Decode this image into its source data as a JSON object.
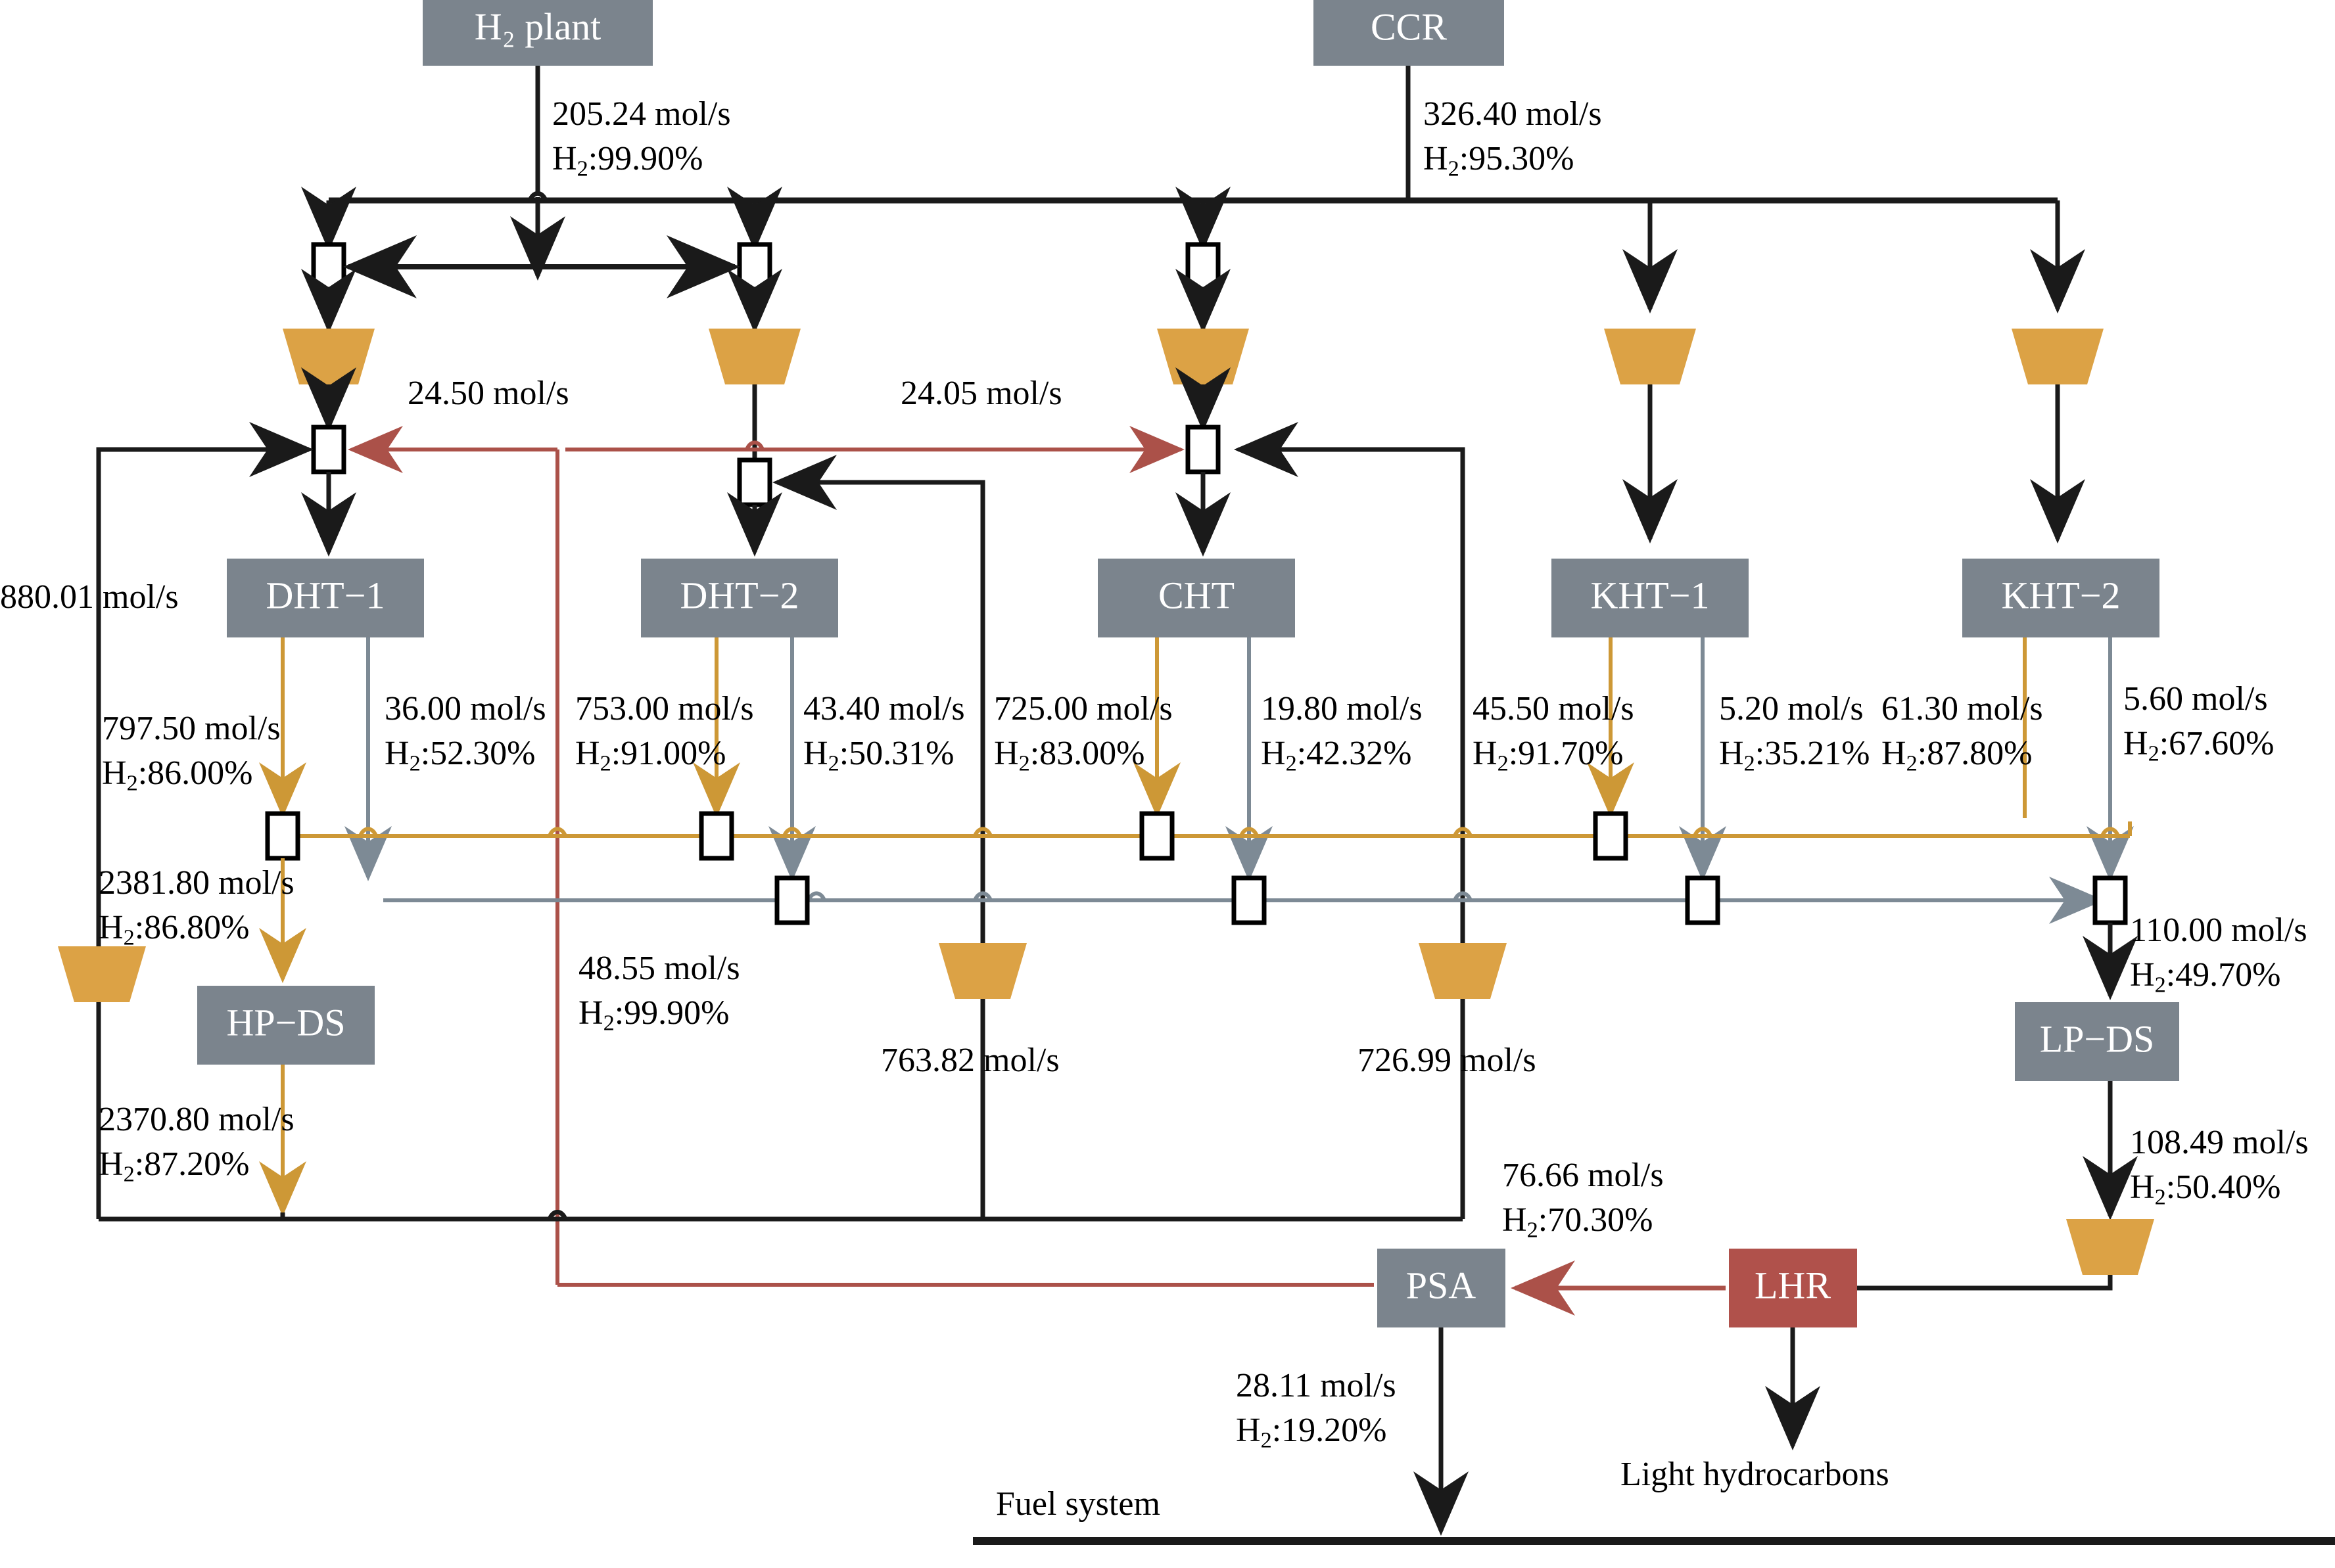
{
  "diagram": {
    "title": "Refinery hydrogen network flow diagram",
    "colors": {
      "unit_fill": "#7b848d",
      "lhr_fill": "#b0514b",
      "compressor_fill": "#dca245",
      "black_stream": "#1a1a1a",
      "orange_stream": "#cd9836",
      "gray_stream": "#7d8a95",
      "red_stream": "#ab5149",
      "valve_stroke": "#000000",
      "valve_fill": "#ffffff"
    }
  },
  "sources": [
    {
      "id": "h2plant",
      "label": "H₂ plant"
    },
    {
      "id": "ccr",
      "label": "CCR"
    }
  ],
  "units": [
    {
      "id": "dht1",
      "label": "DHT−1"
    },
    {
      "id": "dht2",
      "label": "DHT−2"
    },
    {
      "id": "cht",
      "label": "CHT"
    },
    {
      "id": "kht1",
      "label": "KHT−1"
    },
    {
      "id": "kht2",
      "label": "KHT−2"
    },
    {
      "id": "hpds",
      "label": "HP−DS"
    },
    {
      "id": "lpds",
      "label": "LP−DS"
    },
    {
      "id": "psa",
      "label": "PSA"
    },
    {
      "id": "lhr",
      "label": "LHR"
    }
  ],
  "sinks": [
    {
      "id": "fuel",
      "label": "Fuel system"
    },
    {
      "id": "lighthc",
      "label": "Light hydrocarbons"
    }
  ],
  "streams": [
    {
      "id": "s_h2plant",
      "flow": "205.24 mol/s",
      "purity": "H₂:99.90%"
    },
    {
      "id": "s_ccr",
      "flow": "326.40 mol/s",
      "purity": "H₂:95.30%"
    },
    {
      "id": "s_rec_left",
      "flow": "24.50 mol/s",
      "purity": ""
    },
    {
      "id": "s_rec_mid",
      "flow": "24.05 mol/s",
      "purity": ""
    },
    {
      "id": "s_880",
      "flow": "880.01 mol/s",
      "purity": ""
    },
    {
      "id": "s_dht1_o",
      "flow": "797.50 mol/s",
      "purity": "H₂:86.00%"
    },
    {
      "id": "s_dht1_g",
      "flow": "36.00 mol/s",
      "purity": "H₂:52.30%"
    },
    {
      "id": "s_dht2_o",
      "flow": "753.00 mol/s",
      "purity": "H₂:91.00%"
    },
    {
      "id": "s_dht2_g",
      "flow": "43.40 mol/s",
      "purity": "H₂:50.31%"
    },
    {
      "id": "s_cht_o",
      "flow": "725.00 mol/s",
      "purity": "H₂:83.00%"
    },
    {
      "id": "s_cht_g",
      "flow": "19.80 mol/s",
      "purity": "H₂:42.32%"
    },
    {
      "id": "s_kht1_o",
      "flow": "45.50 mol/s",
      "purity": "H₂:91.70%"
    },
    {
      "id": "s_kht1_g",
      "flow": "5.20 mol/s",
      "purity": "H₂:35.21%"
    },
    {
      "id": "s_kht2_o",
      "flow": "61.30 mol/s",
      "purity": "H₂:87.80%"
    },
    {
      "id": "s_kht2_g",
      "flow": "5.60 mol/s",
      "purity": "H₂:67.60%"
    },
    {
      "id": "s_hp_in",
      "flow": "2381.80 mol/s",
      "purity": "H₂:86.80%"
    },
    {
      "id": "s_hp_out",
      "flow": "2370.80 mol/s",
      "purity": "H₂:87.20%"
    },
    {
      "id": "s_psa_out",
      "flow": "48.55 mol/s",
      "purity": "H₂:99.90%"
    },
    {
      "id": "s_763",
      "flow": "763.82 mol/s",
      "purity": ""
    },
    {
      "id": "s_726",
      "flow": "726.99 mol/s",
      "purity": ""
    },
    {
      "id": "s_lhr_psa",
      "flow": "76.66 mol/s",
      "purity": "H₂:70.30%"
    },
    {
      "id": "s_lp_in",
      "flow": "110.00 mol/s",
      "purity": "H₂:49.70%"
    },
    {
      "id": "s_lp_out",
      "flow": "108.49 mol/s",
      "purity": "H₂:50.40%"
    },
    {
      "id": "s_fuel",
      "flow": "28.11 mol/s",
      "purity": "H₂:19.20%"
    }
  ],
  "labels": {
    "h2plant": "H₂ plant",
    "ccr": "CCR",
    "dht1": "DHT−1",
    "dht2": "DHT−2",
    "cht": "CHT",
    "kht1": "KHT−1",
    "kht2": "KHT−2",
    "hpds": "HP−DS",
    "lpds": "LP−DS",
    "psa": "PSA",
    "lhr": "LHR",
    "fuel_system": "Fuel system",
    "light_hydrocarbons": "Light hydrocarbons",
    "f_h2plant": "205.24 mol/s",
    "p_h2plant": "H₂:99.90%",
    "f_ccr": "326.40 mol/s",
    "p_ccr": "H₂:95.30%",
    "f_rec_left": "24.50 mol/s",
    "f_rec_mid": "24.05 mol/s",
    "f_880": "880.01 mol/s",
    "f_dht1_o": "797.50 mol/s",
    "p_dht1_o": "H₂:86.00%",
    "f_dht1_g": "36.00 mol/s",
    "p_dht1_g": "H₂:52.30%",
    "f_dht2_o": "753.00 mol/s",
    "p_dht2_o": "H₂:91.00%",
    "f_dht2_g": "43.40 mol/s",
    "p_dht2_g": "H₂:50.31%",
    "f_cht_o": "725.00 mol/s",
    "p_cht_o": "H₂:83.00%",
    "f_cht_g": "19.80 mol/s",
    "p_cht_g": "H₂:42.32%",
    "f_kht1_o": "45.50 mol/s",
    "p_kht1_o": "H₂:91.70%",
    "f_kht1_g": "5.20 mol/s",
    "p_kht1_g": "H₂:35.21%",
    "f_kht2_o": "61.30 mol/s",
    "p_kht2_o": "H₂:87.80%",
    "f_kht2_g": "5.60 mol/s",
    "p_kht2_g": "H₂:67.60%",
    "f_hp_in": "2381.80 mol/s",
    "p_hp_in": "H₂:86.80%",
    "f_hp_out": "2370.80 mol/s",
    "p_hp_out": "H₂:87.20%",
    "f_psa_out": "48.55 mol/s",
    "p_psa_out": "H₂:99.90%",
    "f_763": "763.82 mol/s",
    "f_726": "726.99 mol/s",
    "f_lhr_psa": "76.66 mol/s",
    "p_lhr_psa": "H₂:70.30%",
    "f_lp_in": "110.00 mol/s",
    "p_lp_in": "H₂:49.70%",
    "f_lp_out": "108.49 mol/s",
    "p_lp_out": "H₂:50.40%",
    "f_fuel": "28.11 mol/s",
    "p_fuel": "H₂:19.20%"
  }
}
